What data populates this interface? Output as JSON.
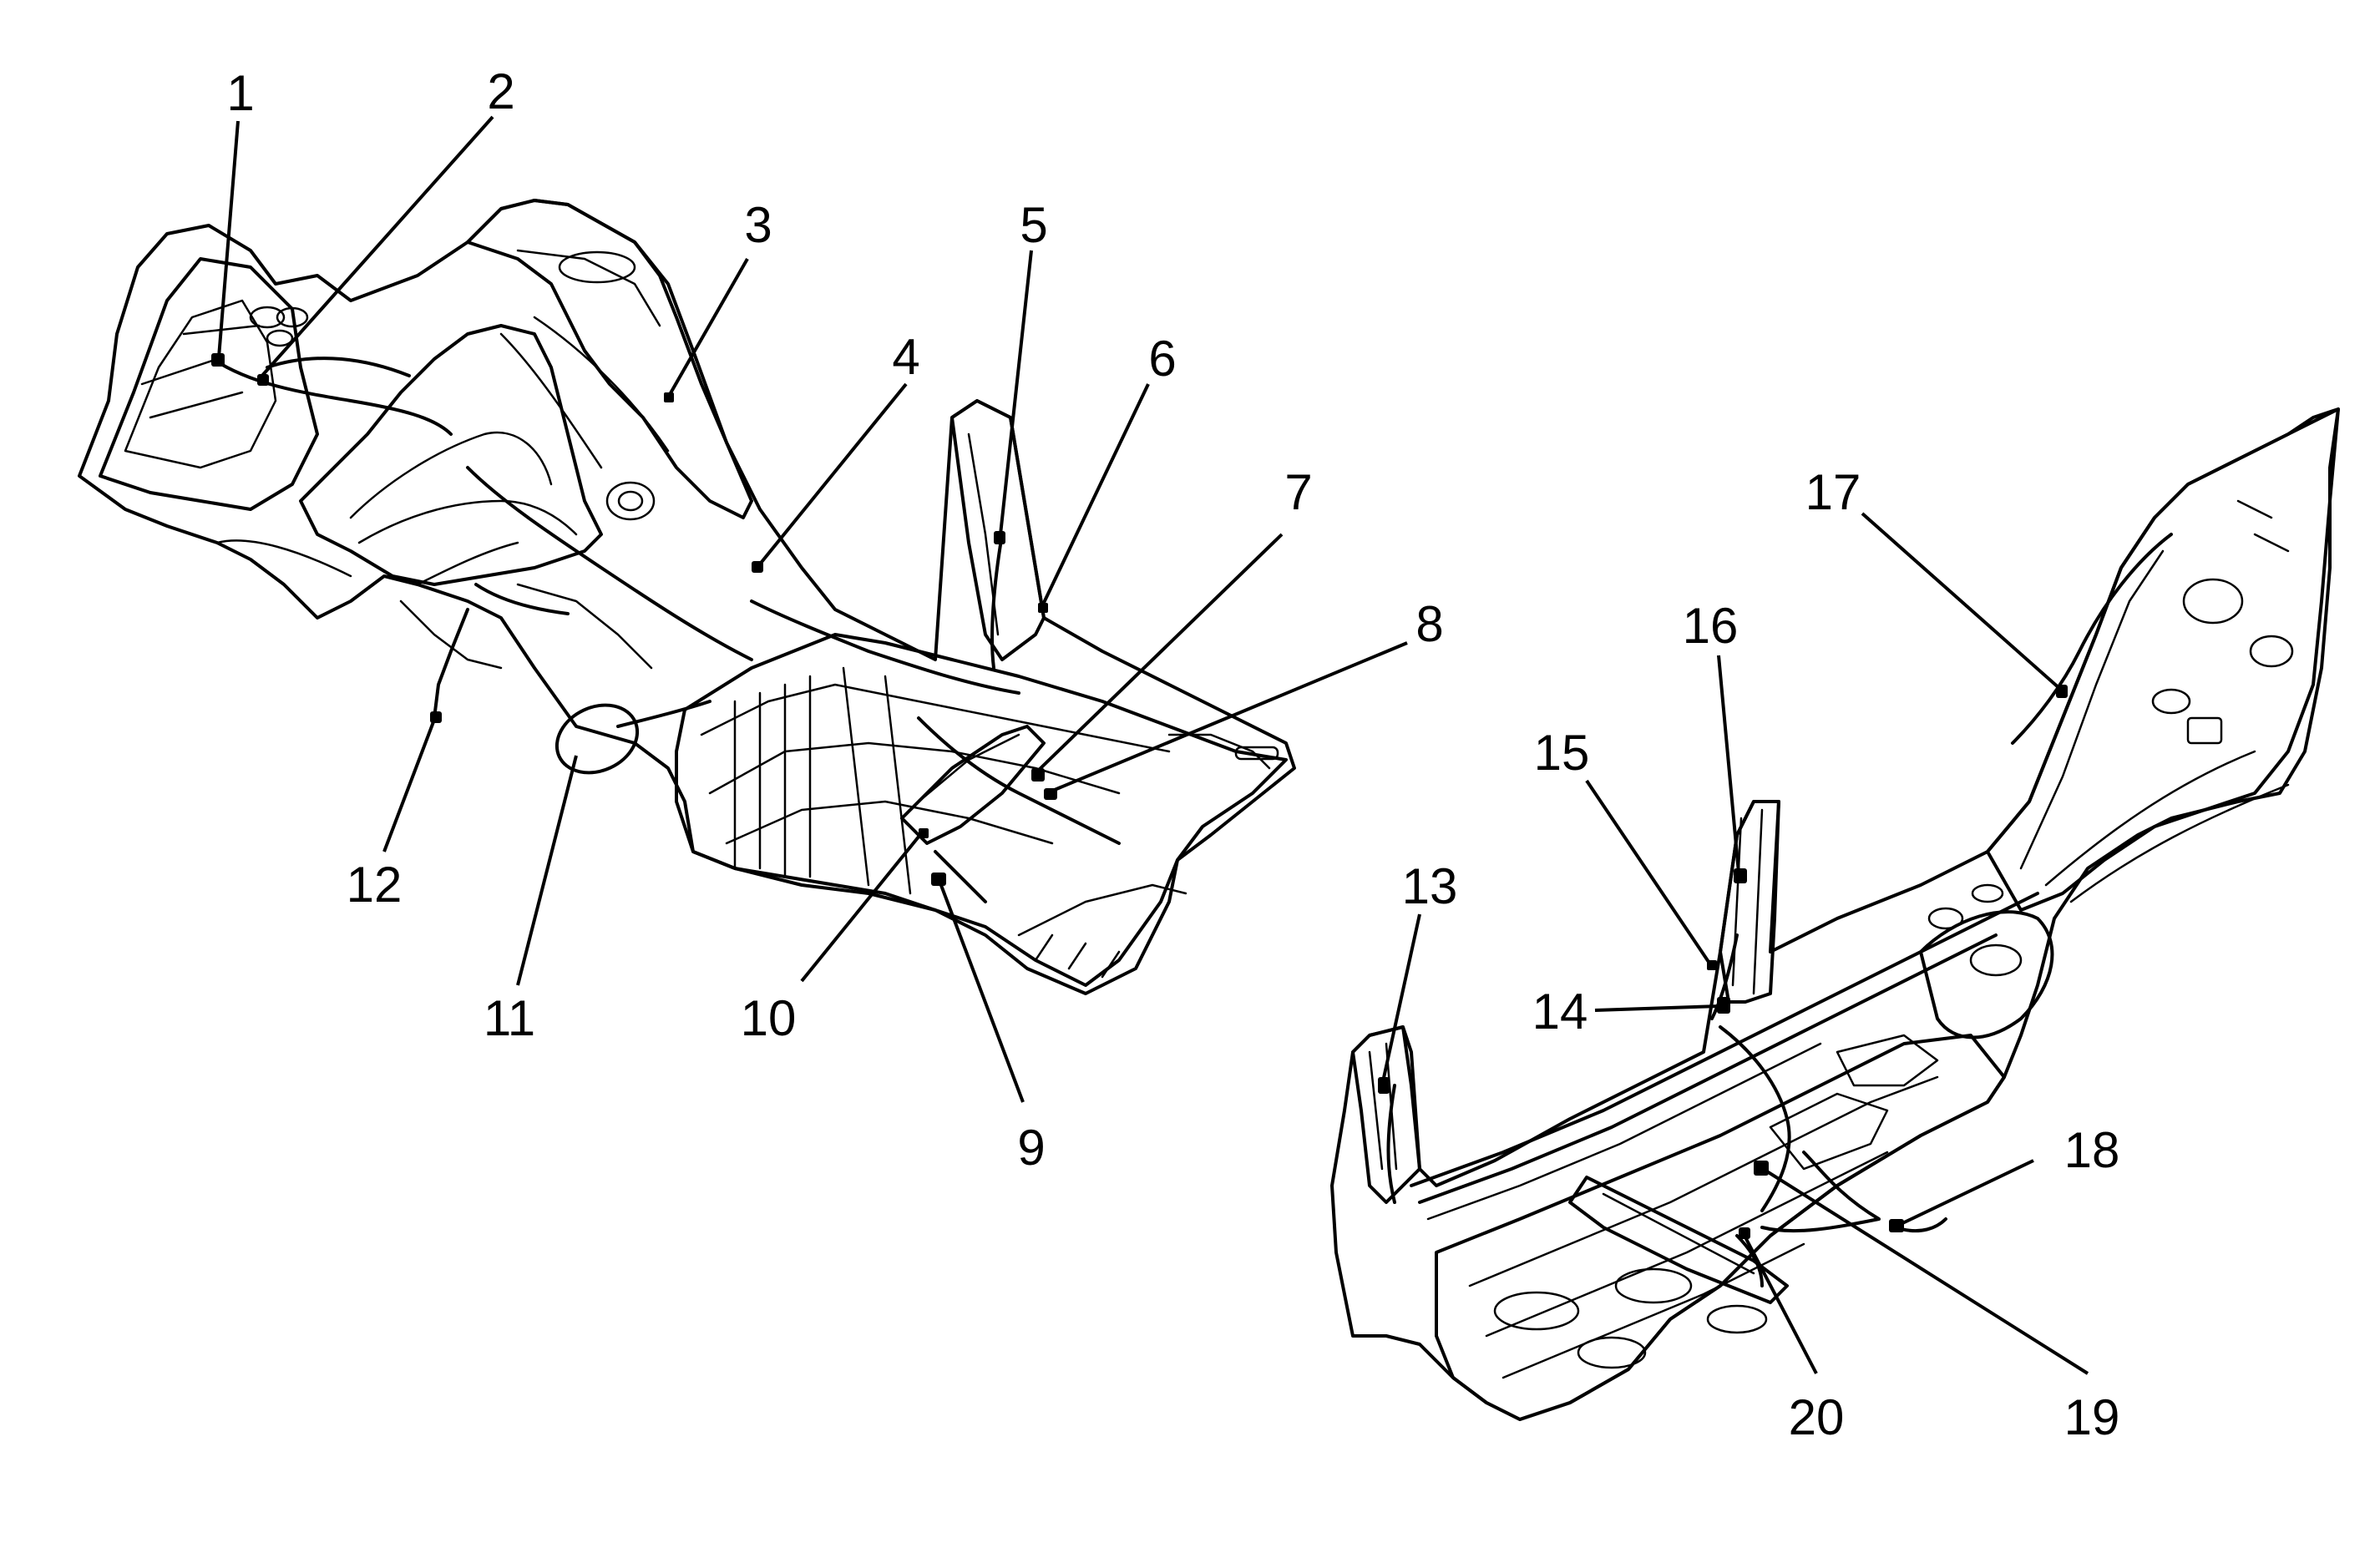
{
  "callouts": [
    "1",
    "2",
    "3",
    "4",
    "5",
    "6",
    "7",
    "8",
    "9",
    "10",
    "11",
    "12",
    "13",
    "14",
    "15",
    "16",
    "17",
    "18",
    "19",
    "20"
  ],
  "colors": {
    "ink": "#000000",
    "background": "#ffffff"
  }
}
